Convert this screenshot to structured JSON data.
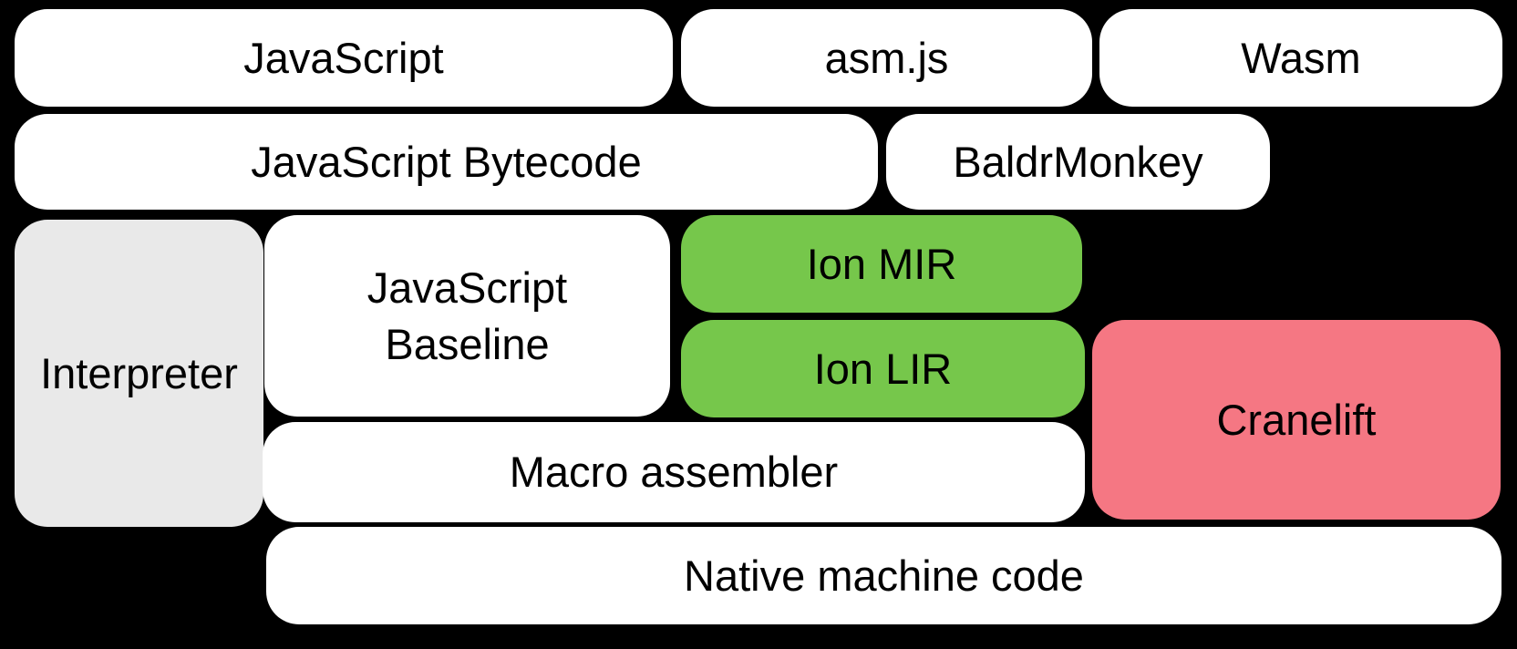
{
  "diagram": {
    "background_color": "#000000",
    "text_color": "#000000",
    "node_colors": {
      "plain": "#ffffff",
      "interpreter_gray": "#e9e9e9",
      "ion_green": "#76c74b",
      "cranelift_pink": "#f57783"
    },
    "nodes": {
      "javascript": {
        "label": "JavaScript",
        "color": "#ffffff"
      },
      "asmjs": {
        "label": "asm.js",
        "color": "#ffffff"
      },
      "wasm": {
        "label": "Wasm",
        "color": "#ffffff"
      },
      "bytecode": {
        "label": "JavaScript Bytecode",
        "color": "#ffffff"
      },
      "baldrmonkey": {
        "label": "BaldrMonkey",
        "color": "#ffffff"
      },
      "interpreter": {
        "label": "Interpreter",
        "color": "#e9e9e9"
      },
      "baseline": {
        "label": "JavaScript Baseline",
        "color": "#ffffff"
      },
      "ion_mir": {
        "label": "Ion MIR",
        "color": "#76c74b"
      },
      "ion_lir": {
        "label": "Ion LIR",
        "color": "#76c74b"
      },
      "cranelift": {
        "label": "Cranelift",
        "color": "#f57783"
      },
      "macro_assembler": {
        "label": "Macro assembler",
        "color": "#ffffff"
      },
      "native_machine_code": {
        "label": "Native machine code",
        "color": "#ffffff"
      }
    }
  }
}
